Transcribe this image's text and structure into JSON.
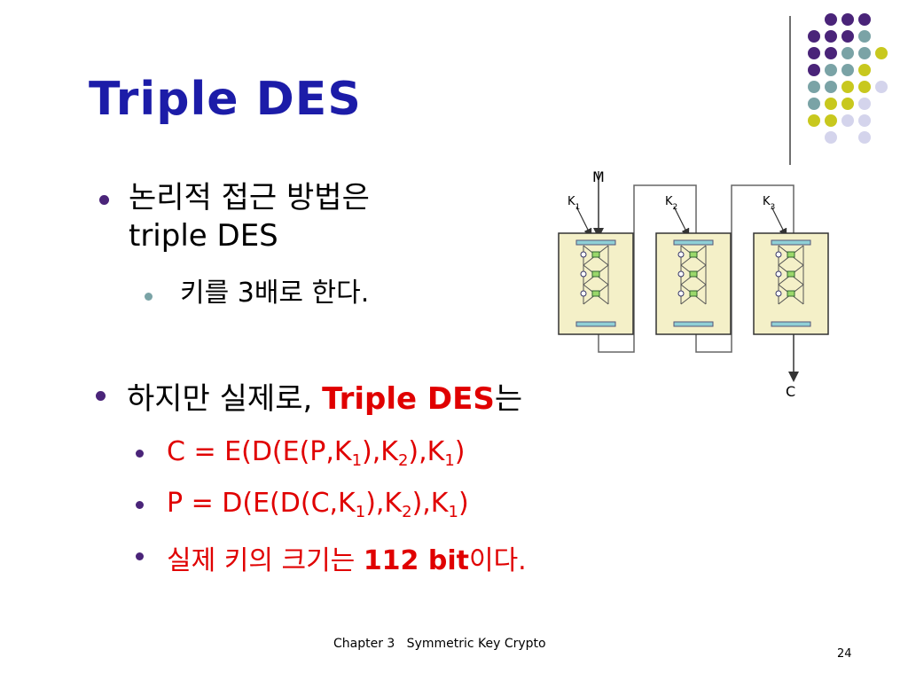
{
  "title": "Triple DES",
  "bullet1": {
    "line1": "논리적 접근 방법은",
    "line2": "triple DES",
    "sub": "키를 3배로 한다."
  },
  "bullet2": {
    "prefix": "하지만 실제로, ",
    "emph": "Triple DES",
    "suffix": "는"
  },
  "formula1": {
    "p1": "C = E(D(E(P,K",
    "s1": "1",
    "p2": "),K",
    "s2": "2",
    "p3": "),K",
    "s3": "1",
    "p4": ")"
  },
  "formula2": {
    "p1": "P = D(E(D(C,K",
    "s1": "1",
    "p2": "),K",
    "s2": "2",
    "p3": "),K",
    "s3": "1",
    "p4": ")"
  },
  "keysize": {
    "prefix": "실제 키의 크기는 ",
    "bold": "112 bit",
    "suffix": "이다."
  },
  "diagram": {
    "input": "M",
    "output": "C",
    "keys": [
      {
        "k": "K",
        "sub": "1"
      },
      {
        "k": "K",
        "sub": "2"
      },
      {
        "k": "K",
        "sub": "3"
      }
    ]
  },
  "footer": "Chapter 3   Symmetric Key Crypto",
  "page_number": "24",
  "colors": {
    "title": "#1c1ca8",
    "emphasis": "#e00000",
    "dot_purple": "#4a2479",
    "dot_teal": "#7aa3a6",
    "dot_yellow": "#c8c81e",
    "dot_lavender": "#d4d4ec",
    "block_fill": "#f4f0c8"
  }
}
